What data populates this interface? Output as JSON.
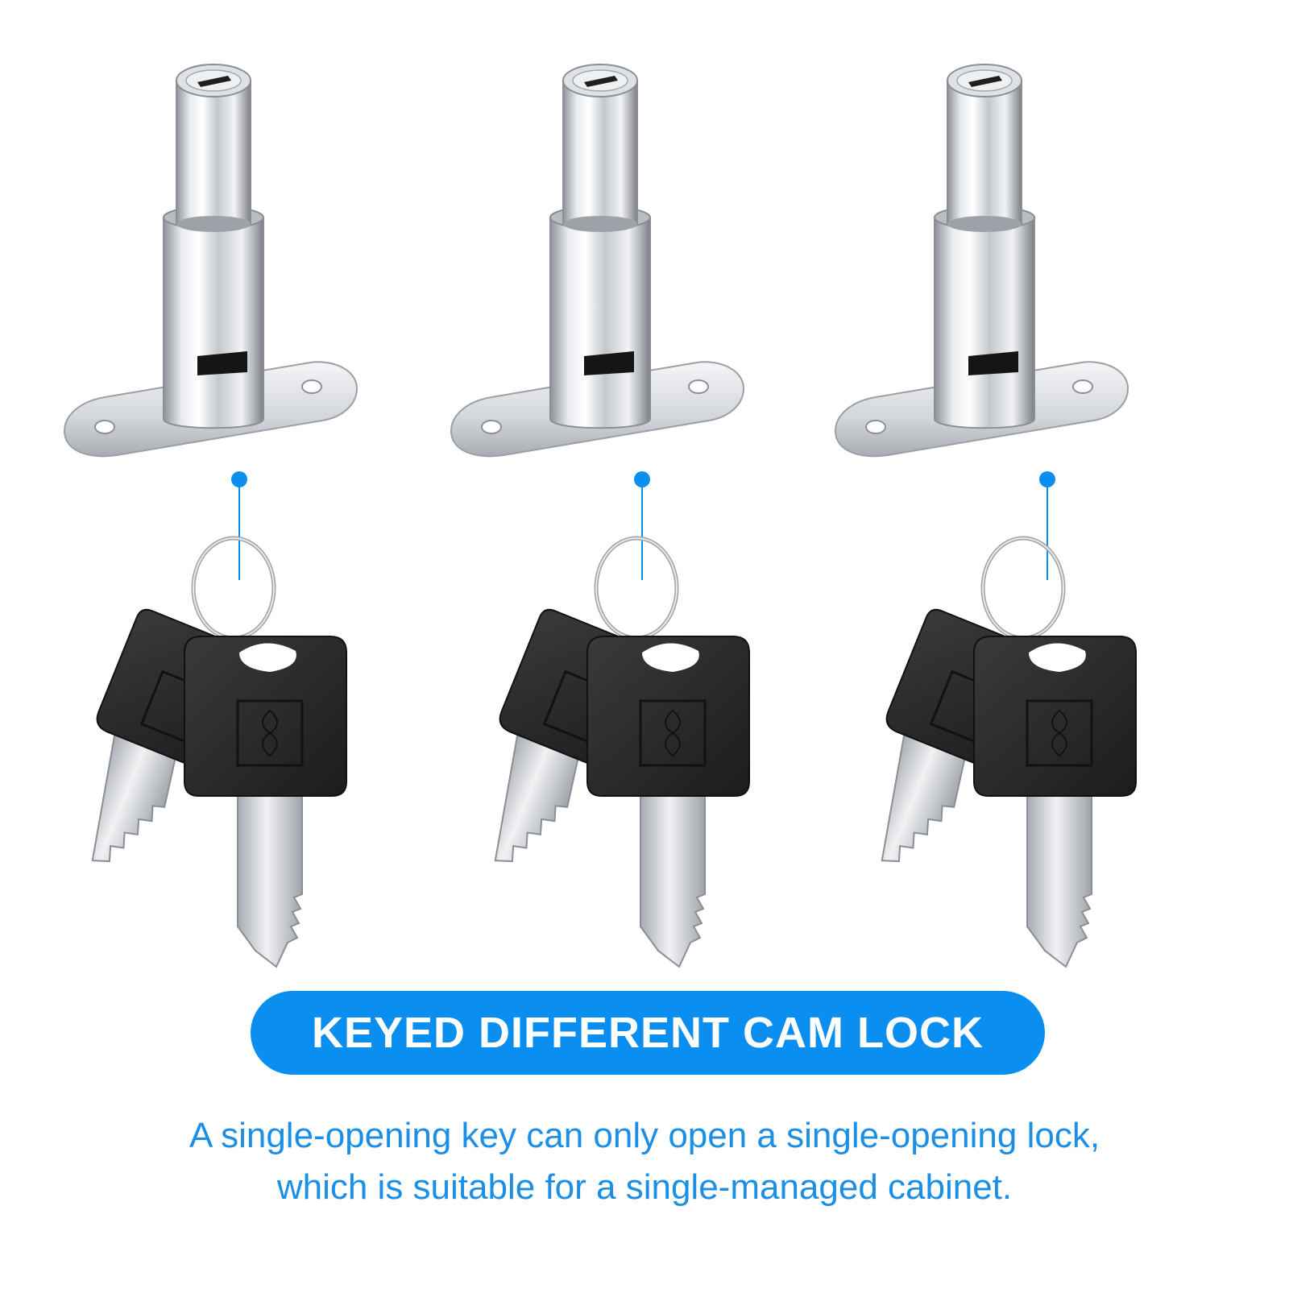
{
  "colors": {
    "accent": "#0a8ef0",
    "caption": "#1b8fe6",
    "key_head": "#2b2b2d",
    "metal": "#c9ccd0"
  },
  "banner": {
    "label": "KEYED DIFFERENT CAM LOCK"
  },
  "caption": {
    "line1": "A single-opening key can only open a single-opening lock,",
    "line2": "which is suitable for a single-managed cabinet."
  },
  "product_sets": [
    {
      "lock": "cam-lock",
      "keys": "key-pair"
    },
    {
      "lock": "cam-lock",
      "keys": "key-pair"
    },
    {
      "lock": "cam-lock",
      "keys": "key-pair"
    }
  ]
}
